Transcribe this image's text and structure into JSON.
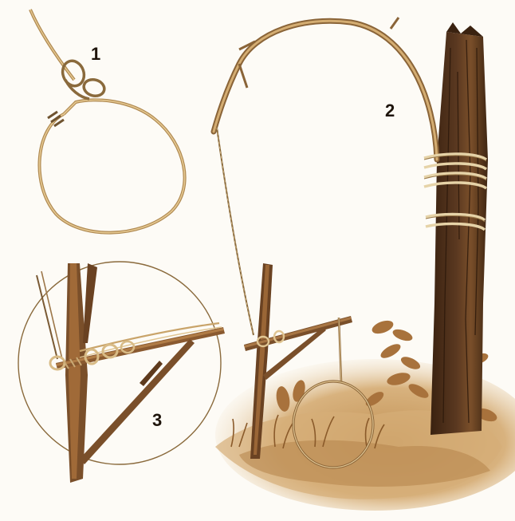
{
  "figures": [
    {
      "label": "1"
    },
    {
      "label": "2"
    },
    {
      "label": "3"
    }
  ],
  "colors": {
    "background": "#fdfbf6",
    "wire": "#c9a46a",
    "wire_dark": "#8a6a3c",
    "wood": "#4a2e18",
    "wood_light": "#8a5a30",
    "ground": "#c79a5e",
    "foliage": "#9c6a36",
    "numbers": "#1e140b"
  }
}
